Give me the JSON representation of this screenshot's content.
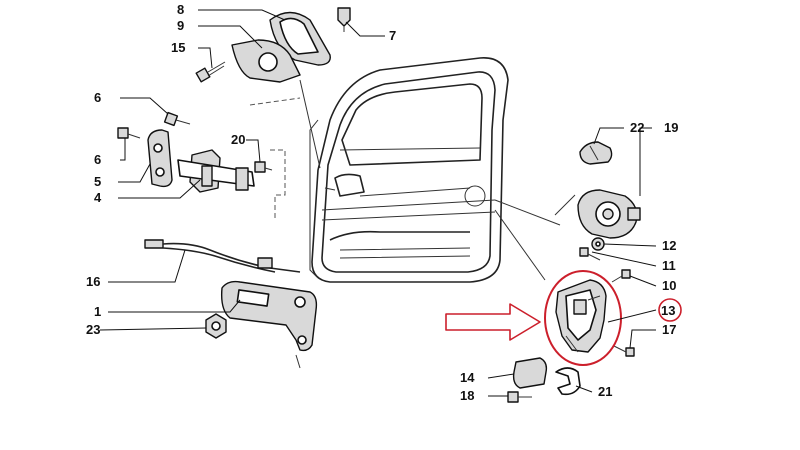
{
  "callouts": {
    "c1": "1",
    "c4": "4",
    "c5": "5",
    "c6a": "6",
    "c6b": "6",
    "c7": "7",
    "c8": "8",
    "c9": "9",
    "c10": "10",
    "c11": "11",
    "c12": "12",
    "c13": "13",
    "c14": "14",
    "c15": "15",
    "c16": "16",
    "c17": "17",
    "c18": "18",
    "c19": "19",
    "c20": "20",
    "c21": "21",
    "c22": "22",
    "c23": "23"
  },
  "colors": {
    "highlight": "#cc1f2b",
    "line": "#111111",
    "fill": "#d9d9d9"
  }
}
